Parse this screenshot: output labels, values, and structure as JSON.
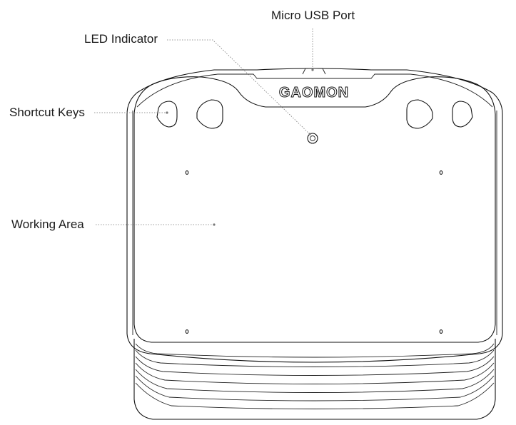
{
  "labels": {
    "micro_usb_port": "Micro USB Port",
    "led_indicator": "LED Indicator",
    "shortcut_keys": "Shortcut Keys",
    "working_area": "Working Area"
  },
  "device": {
    "brand": "GAOMON"
  }
}
